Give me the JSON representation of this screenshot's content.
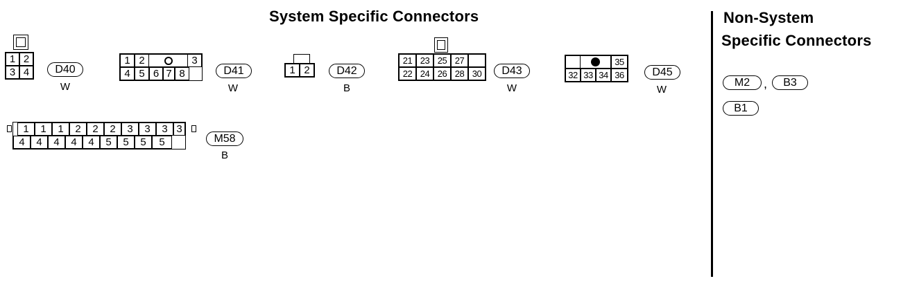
{
  "system_title": "System Specific Connectors",
  "non_system_title_line1": "Non-System",
  "non_system_title_line2": "Specific Connectors",
  "connectors": {
    "d40": {
      "id": "D40",
      "color": "W",
      "rows": [
        [
          "1",
          "2"
        ],
        [
          "3",
          "4"
        ]
      ]
    },
    "d41": {
      "id": "D41",
      "color": "W",
      "rows": [
        [
          "1",
          "2",
          "",
          "3"
        ],
        [
          "4",
          "5",
          "6",
          "7",
          "8"
        ]
      ]
    },
    "d42": {
      "id": "D42",
      "color": "B",
      "rows": [
        [
          "1",
          "2"
        ]
      ]
    },
    "d43": {
      "id": "D43",
      "color": "W",
      "rows": [
        [
          "21",
          "23",
          "25",
          "27",
          ""
        ],
        [
          "22",
          "24",
          "26",
          "28",
          "30"
        ]
      ]
    },
    "d45": {
      "id": "D45",
      "color": "W",
      "rows": [
        [
          "",
          "",
          "35"
        ],
        [
          "32",
          "33",
          "34",
          "36"
        ]
      ]
    },
    "m58": {
      "id": "M58",
      "color": "B",
      "rows": [
        [
          "1",
          "1",
          "1",
          "2",
          "2",
          "2",
          "3",
          "3",
          "3",
          "3"
        ],
        [
          "4",
          "4",
          "4",
          "4",
          "4",
          "5",
          "5",
          "5",
          "5"
        ]
      ]
    }
  },
  "non_system": {
    "items": [
      "M2",
      "B3",
      "B1"
    ],
    "separator": ","
  }
}
